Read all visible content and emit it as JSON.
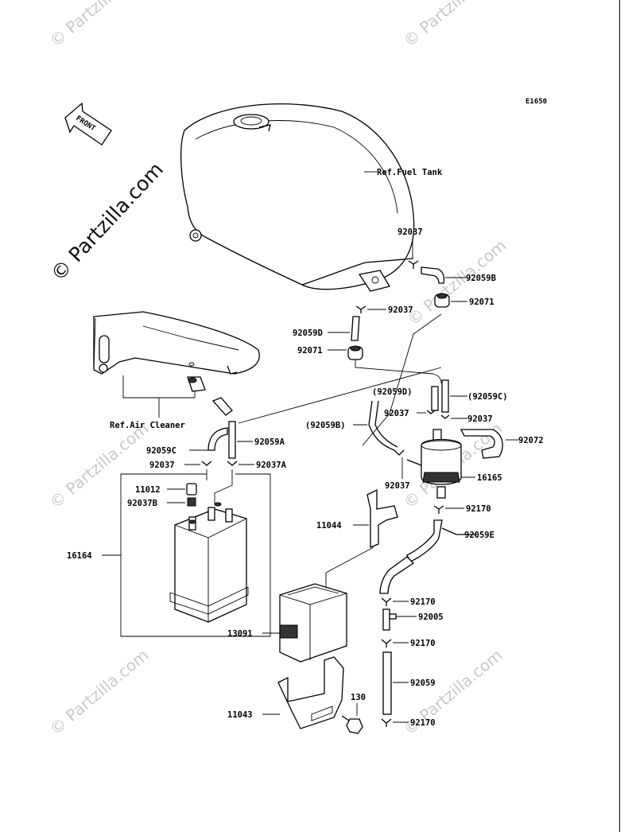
{
  "diagram_code": "E1650",
  "front_label": "FRONT",
  "watermark": "© Partzilla.com",
  "refs": {
    "fuel_tank": "Ref.Fuel Tank",
    "air_cleaner": "Ref.Air Cleaner"
  },
  "parts": {
    "p92037_top": "92037",
    "p92059B": "92059B",
    "p92071_right": "92071",
    "p92037_mid": "92037",
    "p92059D": "92059D",
    "p92071_left": "92071",
    "p92059D_paren": "(92059D)",
    "p92059C_paren": "(92059C)",
    "p92037_a": "92037",
    "p92037_b": "92037",
    "p92059B_paren": "(92059B)",
    "p92072": "92072",
    "p92059C": "92059C",
    "p92059A": "92059A",
    "p92037_c": "92037",
    "p92037A": "92037A",
    "p92037_d": "92037",
    "p16165": "16165",
    "p11012": "11012",
    "p92037B": "92037B",
    "p92170_a": "92170",
    "p11044": "11044",
    "p92059E": "92059E",
    "p16164": "16164",
    "p92170_b": "92170",
    "p92005": "92005",
    "p13091": "13091",
    "p92170_c": "92170",
    "p92059": "92059",
    "p130": "130",
    "p11043": "11043",
    "p92170_d": "92170"
  }
}
